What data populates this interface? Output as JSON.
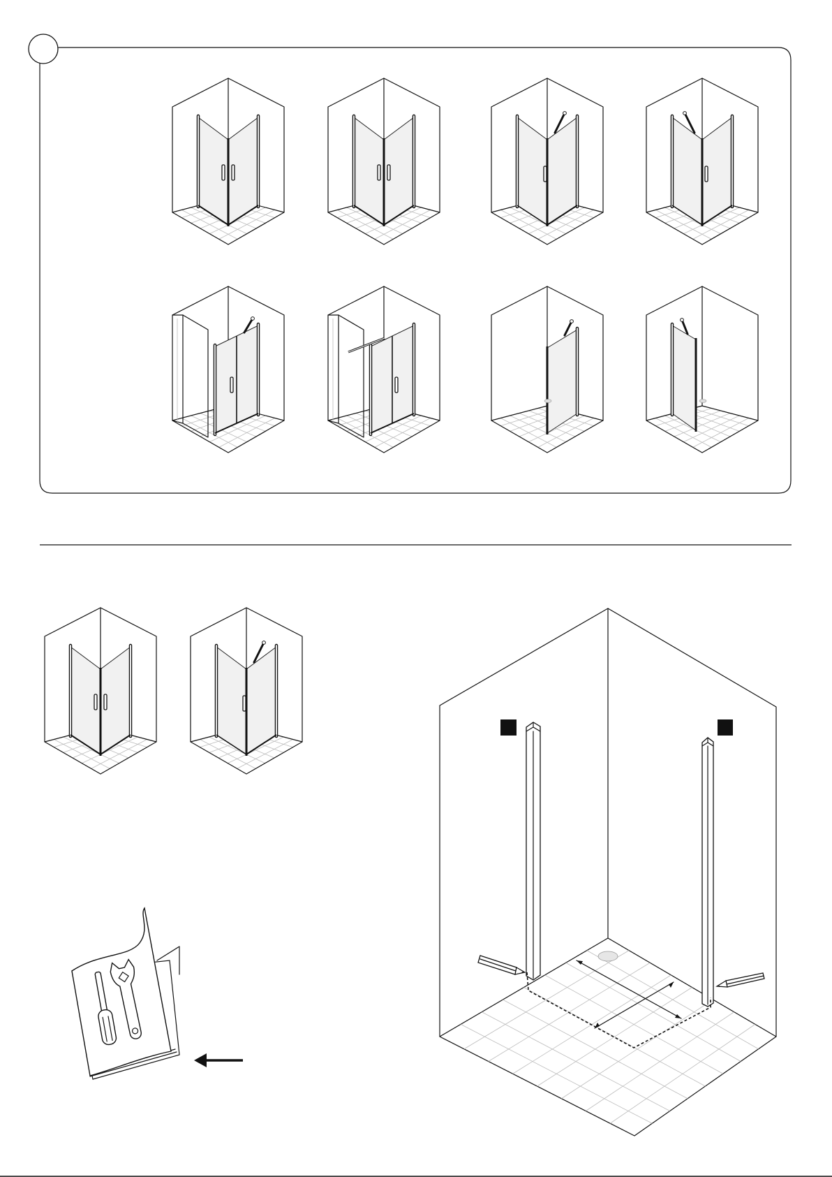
{
  "page": {
    "step_badge": "",
    "background": "#ffffff",
    "line_color": "#111111"
  },
  "configurations": {
    "top_panel": [
      {
        "id": "a",
        "icon": "corner-double-door-icon"
      },
      {
        "id": "b",
        "icon": "corner-double-door-icon"
      },
      {
        "id": "c",
        "icon": "corner-door-fixed-panel-icon"
      },
      {
        "id": "d",
        "icon": "corner-door-fixed-panel-icon"
      },
      {
        "id": "e",
        "icon": "niche-door-side-panel-icon"
      },
      {
        "id": "f",
        "icon": "niche-door-stabilizer-icon"
      },
      {
        "id": "g",
        "icon": "walk-in-panel-icon"
      },
      {
        "id": "h",
        "icon": "walk-in-panel-icon"
      }
    ],
    "section_b": [
      {
        "id": "i",
        "icon": "corner-double-door-icon"
      },
      {
        "id": "j",
        "icon": "corner-door-fixed-panel-icon"
      }
    ]
  },
  "manual": {
    "icon": "manual-tools-icon",
    "arrow_icon": "arrow-left-icon"
  },
  "installation": {
    "icon": "wall-profile-marking-icon",
    "markers": [
      "marker-left",
      "marker-right"
    ]
  }
}
